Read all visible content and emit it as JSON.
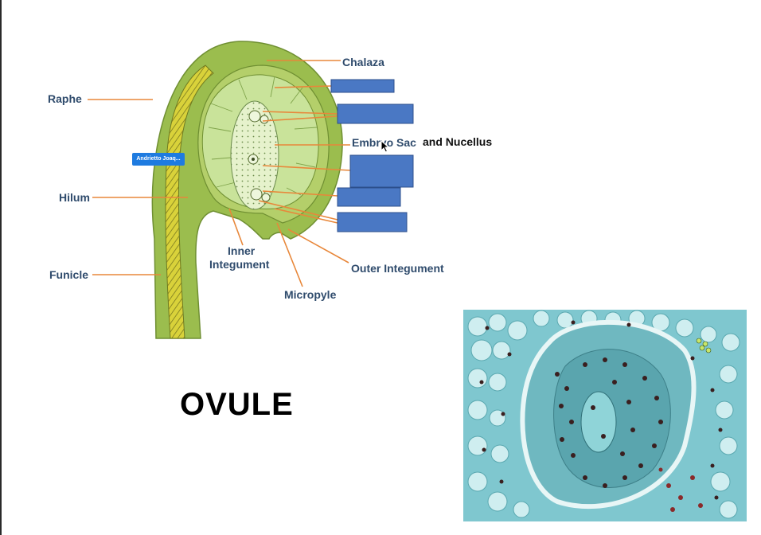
{
  "slide": {
    "title": "OVULE",
    "presenter_tag": "Andrietto Joaq..."
  },
  "diagram": {
    "labels": {
      "chalaza": "Chalaza",
      "raphe": "Raphe",
      "embryo_sac": "Embryo Sac",
      "nucellus_added": "and Nucellus",
      "hilum": "Hilum",
      "funicle": "Funicle",
      "inner_integument_1": "Inner",
      "inner_integument_2": "Integument",
      "outer_integument": "Outer Integument",
      "micropyle": "Micropyle"
    },
    "colors": {
      "label_blue": "#2f4b6c",
      "pointer_orange": "#e8873a",
      "cover_box_blue": "#4a78c4",
      "tissue_green": "#9bbd4e",
      "nucellus_green": "#c9e39a",
      "vascular_yellow": "#d9d23a"
    }
  },
  "micrograph": {
    "colors": {
      "background": "#7fc7cf",
      "nuclei": "#3a1f1f",
      "stain_red": "#8a2a2a"
    }
  }
}
